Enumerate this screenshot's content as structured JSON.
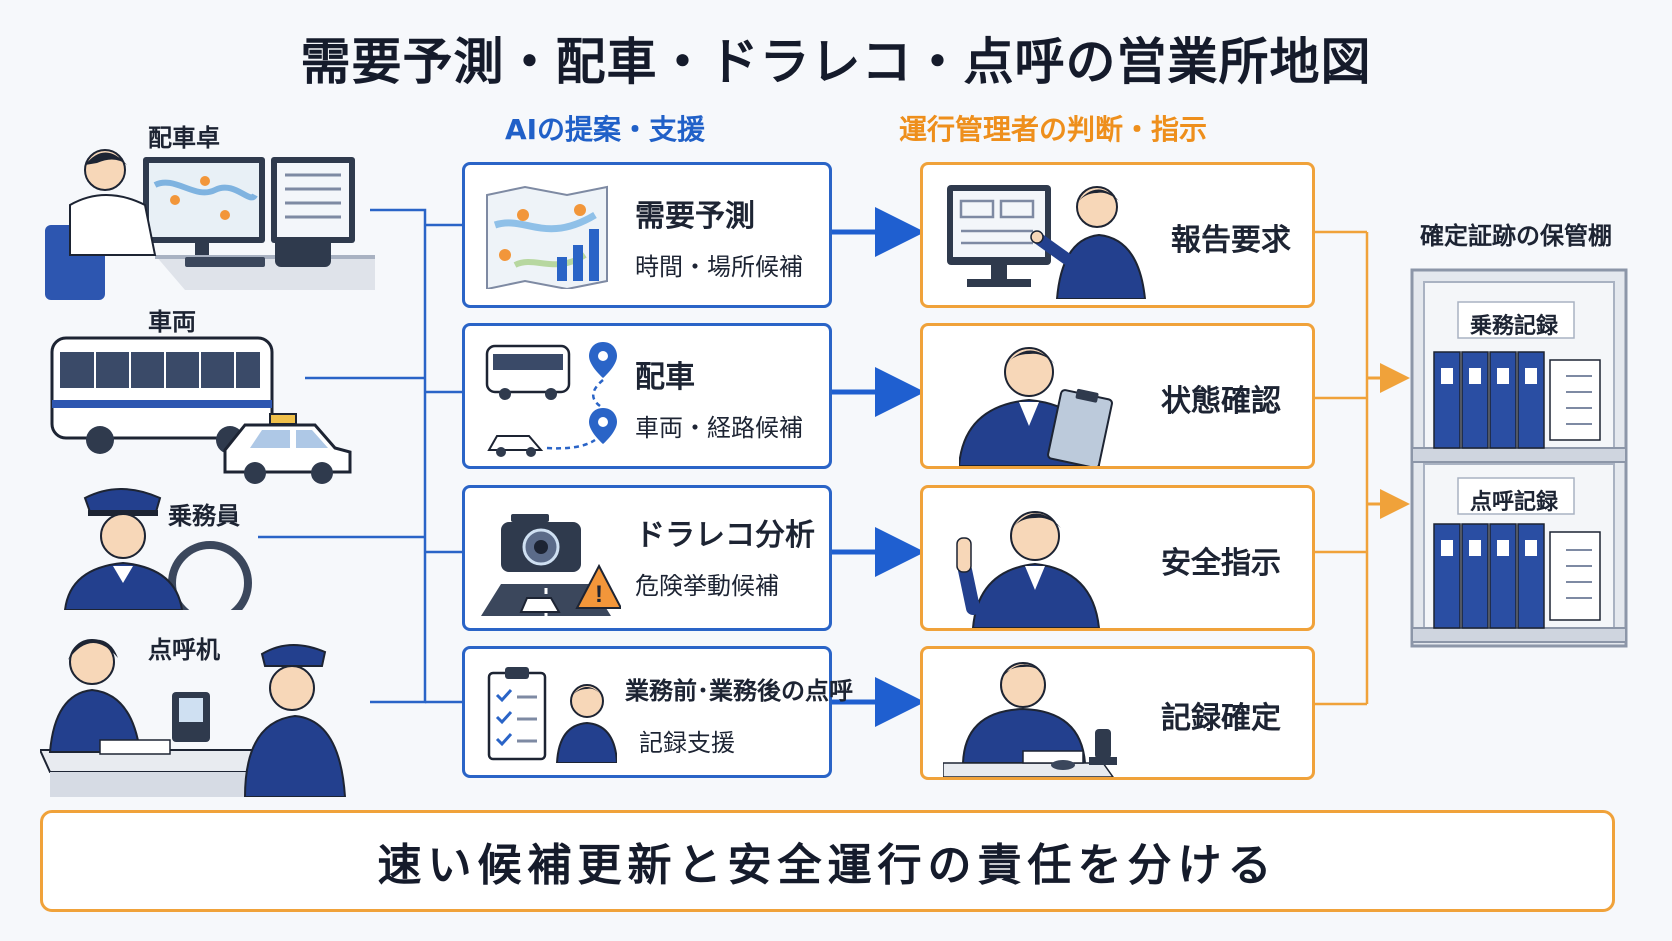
{
  "title": "需要予測・配車・ドラレコ・点呼の営業所地図",
  "columns": {
    "ai": "AIの提案・支援",
    "manager": "運行管理者の判断・指示",
    "archive": "確定証跡の保管棚"
  },
  "sources": [
    {
      "label": "配車卓",
      "icon": "dispatcher-desk-icon"
    },
    {
      "label": "車両",
      "icon": "bus-and-taxi-icon"
    },
    {
      "label": "乗務員",
      "icon": "driver-icon"
    },
    {
      "label": "点呼机",
      "icon": "roll-call-desk-icon"
    }
  ],
  "ai_cards": [
    {
      "title": "需要予測",
      "sub": "時間・場所候補",
      "icon": "demand-map-icon"
    },
    {
      "title": "配車",
      "sub": "車両・経路候補",
      "icon": "dispatch-route-icon"
    },
    {
      "title": "ドラレコ分析",
      "sub": "危険挙動候補",
      "icon": "dashcam-icon"
    },
    {
      "title": "業務前･業務後の点呼",
      "sub": "記録支援",
      "icon": "checklist-icon"
    }
  ],
  "manager_cards": [
    {
      "label": "報告要求",
      "icon": "manager-monitor-icon"
    },
    {
      "label": "状態確認",
      "icon": "manager-clipboard-icon"
    },
    {
      "label": "安全指示",
      "icon": "manager-pointing-icon"
    },
    {
      "label": "記録確定",
      "icon": "manager-stamp-icon"
    }
  ],
  "shelves": [
    {
      "label": "乗務記録",
      "icon": "binder-icon"
    },
    {
      "label": "点呼記録",
      "icon": "binder-icon"
    }
  ],
  "footer": "速い候補更新と安全運行の責任を分ける",
  "colors": {
    "blue": "#2a64c7",
    "orange": "#f0a23a",
    "navy": "#23408e"
  }
}
